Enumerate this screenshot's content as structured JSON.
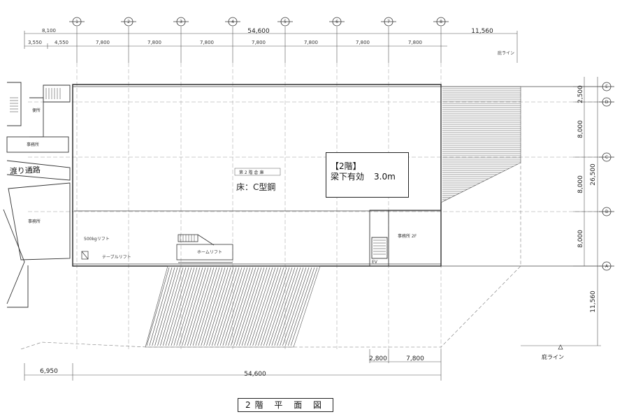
{
  "drawing": {
    "title": "2階 平 面 図",
    "grid_col_labels": [
      "1",
      "2",
      "3",
      "4",
      "5",
      "6",
      "7",
      "8"
    ],
    "grid_row_labels": [
      "E",
      "D",
      "C",
      "B",
      "A"
    ],
    "top_dims": {
      "overall_a": "8,100",
      "overall_b": "54,600",
      "overall_c": "11,560",
      "bays": [
        "3,550",
        "4,550",
        "7,800",
        "7,800",
        "7,800",
        "7,800",
        "7,800",
        "7,800",
        "7,800"
      ]
    },
    "right_dims": [
      "2,500",
      "8,000",
      "8,000",
      "8,000",
      "11,560"
    ],
    "right_overall": "26,500",
    "bottom_dims": {
      "left": "6,950",
      "overall": "54,600",
      "seg_a": "2,800",
      "seg_b": "7,800"
    },
    "eaves_label_top": "庇ライン",
    "eaves_label_bottom": "庇ライン",
    "rooms": {
      "office_upper": "事務所",
      "corridor": "渡り通路",
      "office_lower": "事務所",
      "warehouse": "第 2 階 倉 庫",
      "office_2f": "事務所 2F",
      "lift_500": "500kgリフト",
      "table_lift": "テーブルリフト",
      "home_lift": "ホームリフト",
      "wc": "便所",
      "ev": "EV"
    },
    "floor_material": "床：C型鋼",
    "note": {
      "heading": "【2階】",
      "line_label": "梁下有効",
      "line_value": "3.0m"
    }
  }
}
